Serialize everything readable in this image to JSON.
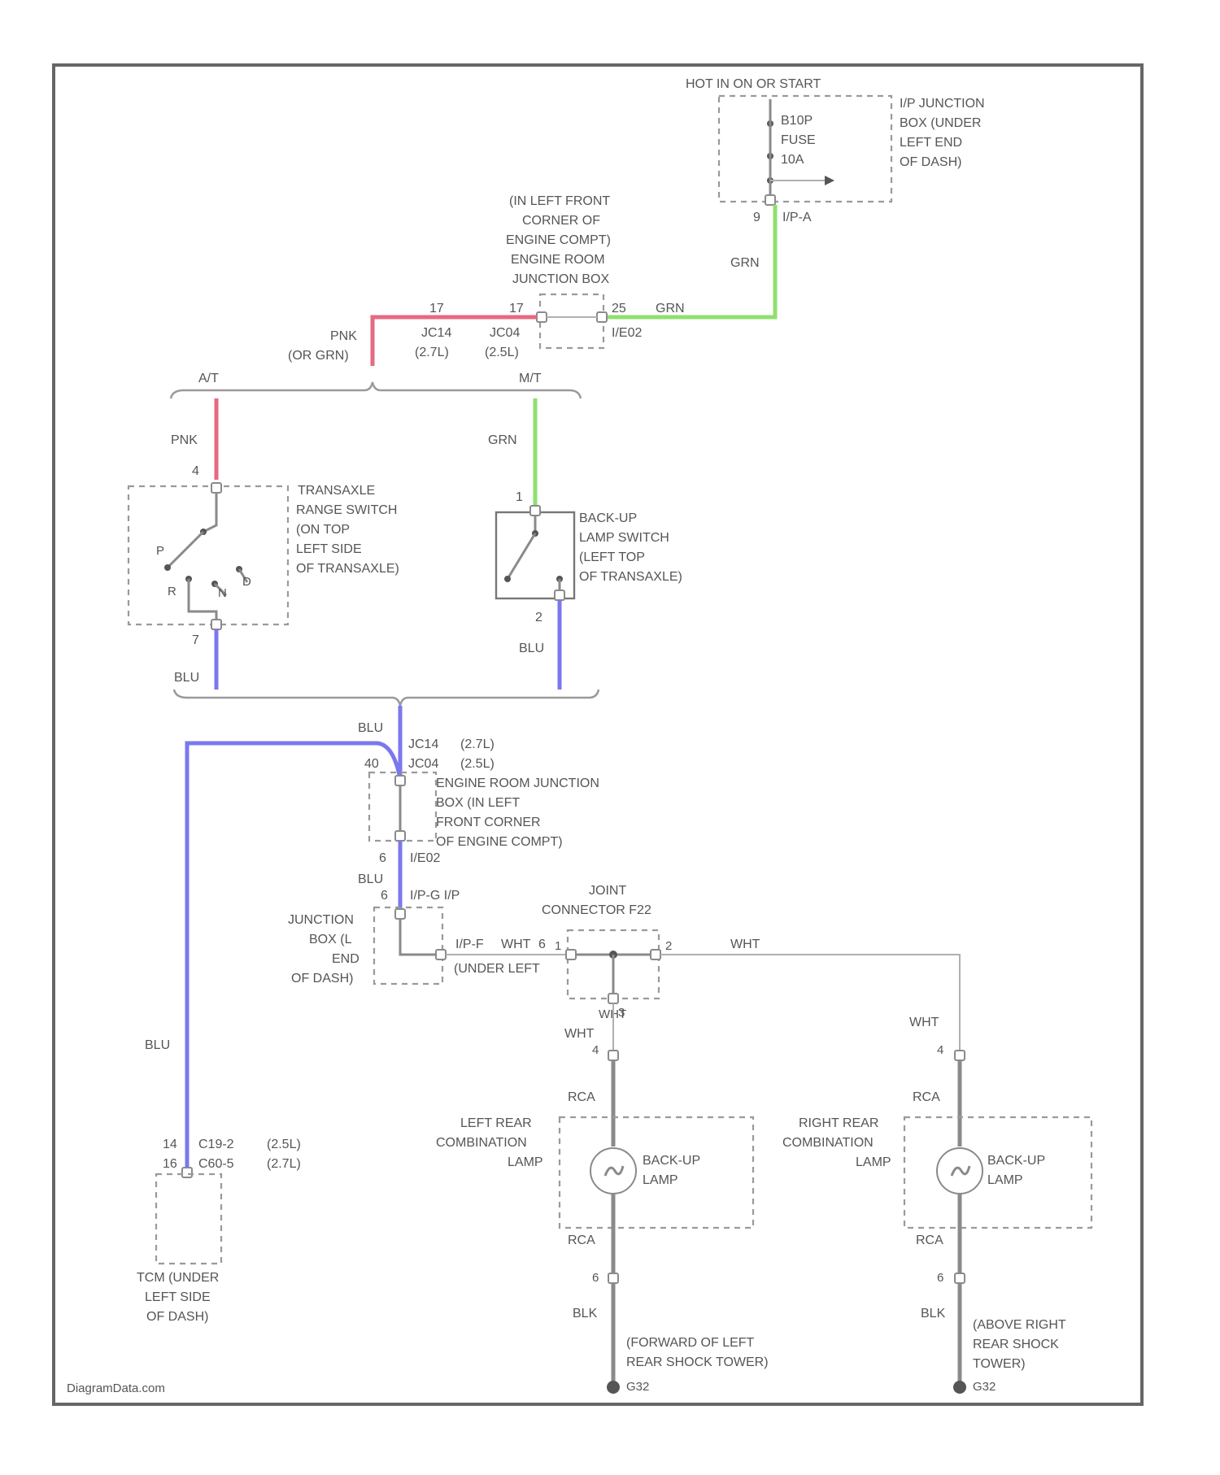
{
  "fuse_box": {
    "header": "HOT IN ON OR START",
    "fuse_lines": [
      "B10P",
      "FUSE",
      "10A"
    ],
    "location_lines": [
      "I/P JUNCTION",
      "BOX (UNDER",
      "LEFT END",
      "OF DASH)"
    ],
    "pin": "9",
    "connector": "I/P-A"
  },
  "engine_room_jb_top": {
    "location_lines": [
      "(IN LEFT FRONT",
      "CORNER OF",
      "ENGINE COMPT)",
      "ENGINE ROOM",
      "JUNCTION BOX"
    ],
    "pin_left_outer": "17",
    "pin_left_inner": "17",
    "pin_right": "25",
    "connector_right": "I/E02",
    "conn_a": "JC14",
    "conn_a_note": "(2.7L)",
    "conn_b": "JC04",
    "conn_b_note": "(2.5L)"
  },
  "wire_labels": {
    "grn_riser": "GRN",
    "grn_horizontal": "GRN",
    "pnk_or_grn_1": "PNK",
    "pnk_or_grn_2": "(OR GRN)",
    "pnk_branch": "PNK",
    "grn_branch": "GRN",
    "blu_left": "BLU",
    "blu_right": "BLU",
    "blu_merge": "BLU",
    "blu_mid": "BLU",
    "blu_long": "BLU",
    "wht_joint": "WHT",
    "wht_right_run": "WHT",
    "wht_left_drop": "WHT",
    "wht_right_drop": "WHT",
    "rca_left_top": "RCA",
    "rca_right_top": "RCA",
    "rca_left_bottom": "RCA",
    "rca_right_bottom": "RCA",
    "blk_left": "BLK",
    "blk_right": "BLK"
  },
  "branches": {
    "auto": "A/T",
    "manual": "M/T"
  },
  "range_switch": {
    "location_lines": [
      "TRANSAXLE",
      "RANGE SWITCH",
      "(ON TOP",
      "LEFT SIDE",
      "OF TRANSAXLE)"
    ],
    "pin_top": "4",
    "pin_bottom": "7",
    "contacts": {
      "p": "P",
      "r": "R",
      "n": "N",
      "d": "D"
    }
  },
  "backup_switch": {
    "location_lines": [
      "BACK-UP",
      "LAMP SWITCH",
      "(LEFT TOP",
      "OF TRANSAXLE)"
    ],
    "pin_top": "1",
    "pin_bottom": "2"
  },
  "engine_room_jb_lower": {
    "conn_a": "JC14",
    "conn_a_note": "(2.7L)",
    "conn_b": "JC04",
    "conn_b_note": "(2.5L)",
    "pin_top": "40",
    "location_lines": [
      "ENGINE ROOM JUNCTION",
      "BOX (IN LEFT",
      "FRONT CORNER",
      "OF ENGINE COMPT)"
    ],
    "pin_bottom": "6",
    "connector_bottom": "I/E02"
  },
  "ip_junction_lower": {
    "pin_top": "6",
    "connector_top": "I/P-G I/P",
    "location_lines": [
      "JUNCTION",
      "BOX (L",
      "END",
      "OF DASH)"
    ],
    "pin_right": "6",
    "connector_right": "I/P-F",
    "under_left": "(UNDER LEFT"
  },
  "joint_connector": {
    "title_lines": [
      "JOINT",
      "CONNECTOR F22"
    ],
    "pin_left": "1",
    "pin_right": "2",
    "pin_bottom": "3",
    "wht_small": "WHT"
  },
  "left_lamp": {
    "location_lines": [
      "LEFT REAR",
      "COMBINATION",
      "LAMP"
    ],
    "name_lines": [
      "BACK-UP",
      "LAMP"
    ],
    "pin_top": "4",
    "pin_bottom": "6"
  },
  "right_lamp": {
    "location_lines": [
      "RIGHT REAR",
      "COMBINATION",
      "LAMP"
    ],
    "name_lines": [
      "BACK-UP",
      "LAMP"
    ],
    "pin_top": "4",
    "pin_bottom": "6"
  },
  "tcm": {
    "pin_a": "14",
    "conn_a": "C19-2",
    "note_a": "(2.5L)",
    "pin_b": "16",
    "conn_b": "C60-5",
    "note_b": "(2.7L)",
    "location_lines": [
      "TCM (UNDER",
      "LEFT SIDE",
      "OF DASH)"
    ]
  },
  "grounds": {
    "left_lines": [
      "(FORWARD OF LEFT",
      "REAR SHOCK TOWER)"
    ],
    "left_id": "G32",
    "right_lines": [
      "(ABOVE RIGHT",
      "REAR SHOCK",
      "TOWER)"
    ],
    "right_id": "G32"
  },
  "watermark": "DiagramData.com",
  "colors": {
    "pnk_wire": "#e66a80",
    "grn_wire": "#8fe070",
    "blu_wire": "#7b78ee",
    "rca_wire": "#8a8a8a",
    "wht_wire": "#b0b0b0"
  }
}
